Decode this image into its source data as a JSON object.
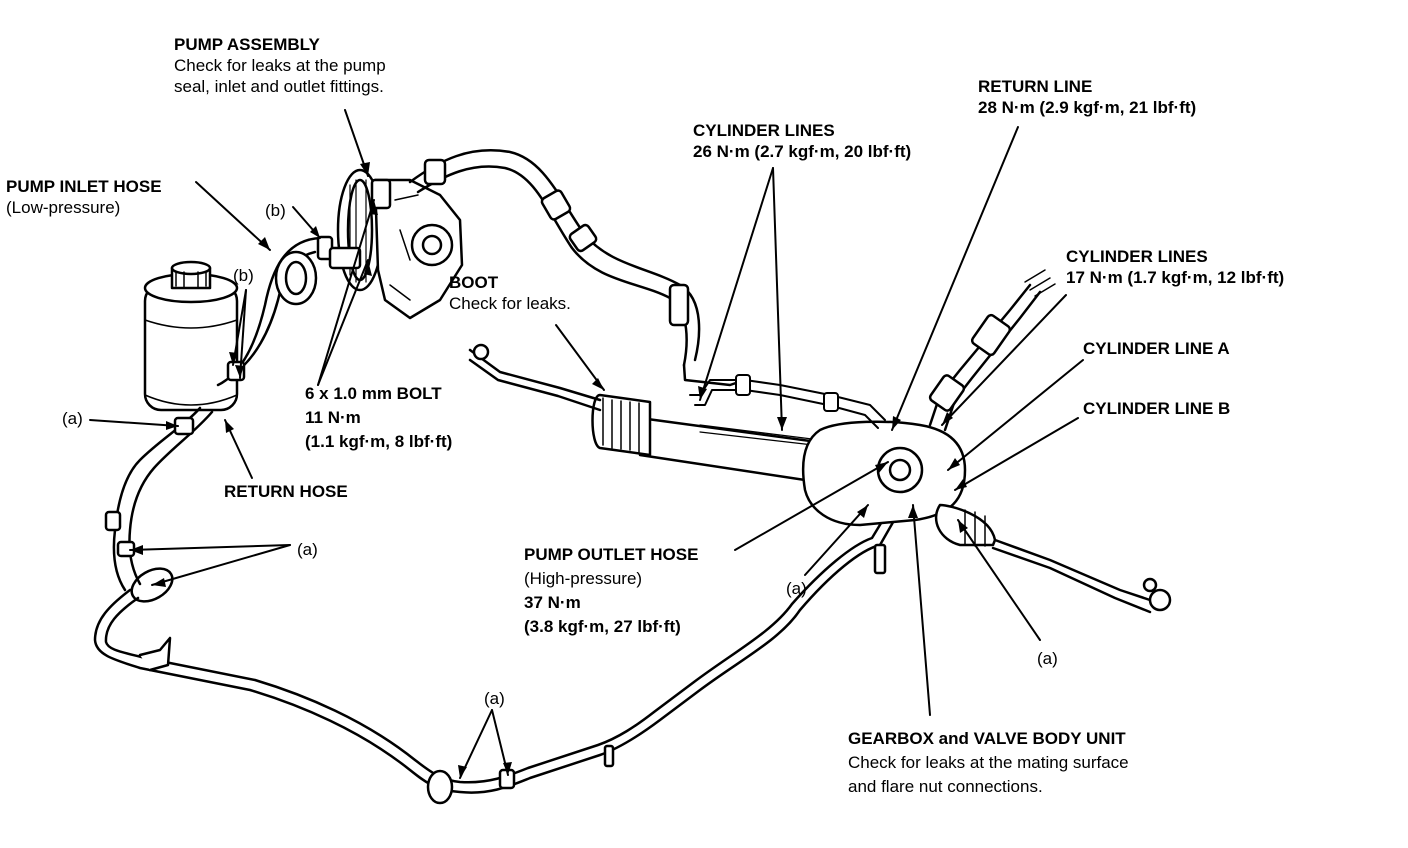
{
  "labels": {
    "pump_assembly": {
      "title": "PUMP ASSEMBLY",
      "line1": "Check for leaks at the pump",
      "line2": "seal, inlet and outlet fittings."
    },
    "pump_inlet_hose": {
      "title": "PUMP INLET HOSE",
      "sub": "(Low-pressure)"
    },
    "b_top": "(b)",
    "b_res": "(b)",
    "a_res": "(a)",
    "bolt": {
      "line1": "6 x 1.0 mm BOLT",
      "line2": "11 N·m",
      "line3": "(1.1 kgf·m, 8 lbf·ft)"
    },
    "return_hose": "RETURN HOSE",
    "a_left": "(a)",
    "boot": {
      "title": "BOOT",
      "line1": "Check for leaks."
    },
    "cylinder_lines_26": {
      "title": "CYLINDER LINES",
      "torque": "26 N·m (2.7 kgf·m, 20 lbf·ft)"
    },
    "return_line": {
      "title": "RETURN LINE",
      "torque": "28 N·m (2.9 kgf·m, 21 lbf·ft)"
    },
    "cylinder_lines_17": {
      "title": "CYLINDER LINES",
      "torque": "17 N·m (1.7 kgf·m, 12 lbf·ft)"
    },
    "cylinder_line_a": "CYLINDER LINE A",
    "cylinder_line_b": "CYLINDER LINE B",
    "pump_outlet_hose": {
      "title": "PUMP OUTLET HOSE",
      "sub": "(High-pressure)",
      "torque1": "37 N·m",
      "torque2": "(3.8 kgf·m, 27 lbf·ft)"
    },
    "a_outlet": "(a)",
    "a_rack": "(a)",
    "a_bottom": "(a)",
    "gearbox": {
      "title": "GEARBOX and VALVE BODY UNIT",
      "line1": "Check for leaks at the mating surface",
      "line2": "and flare nut connections."
    }
  }
}
